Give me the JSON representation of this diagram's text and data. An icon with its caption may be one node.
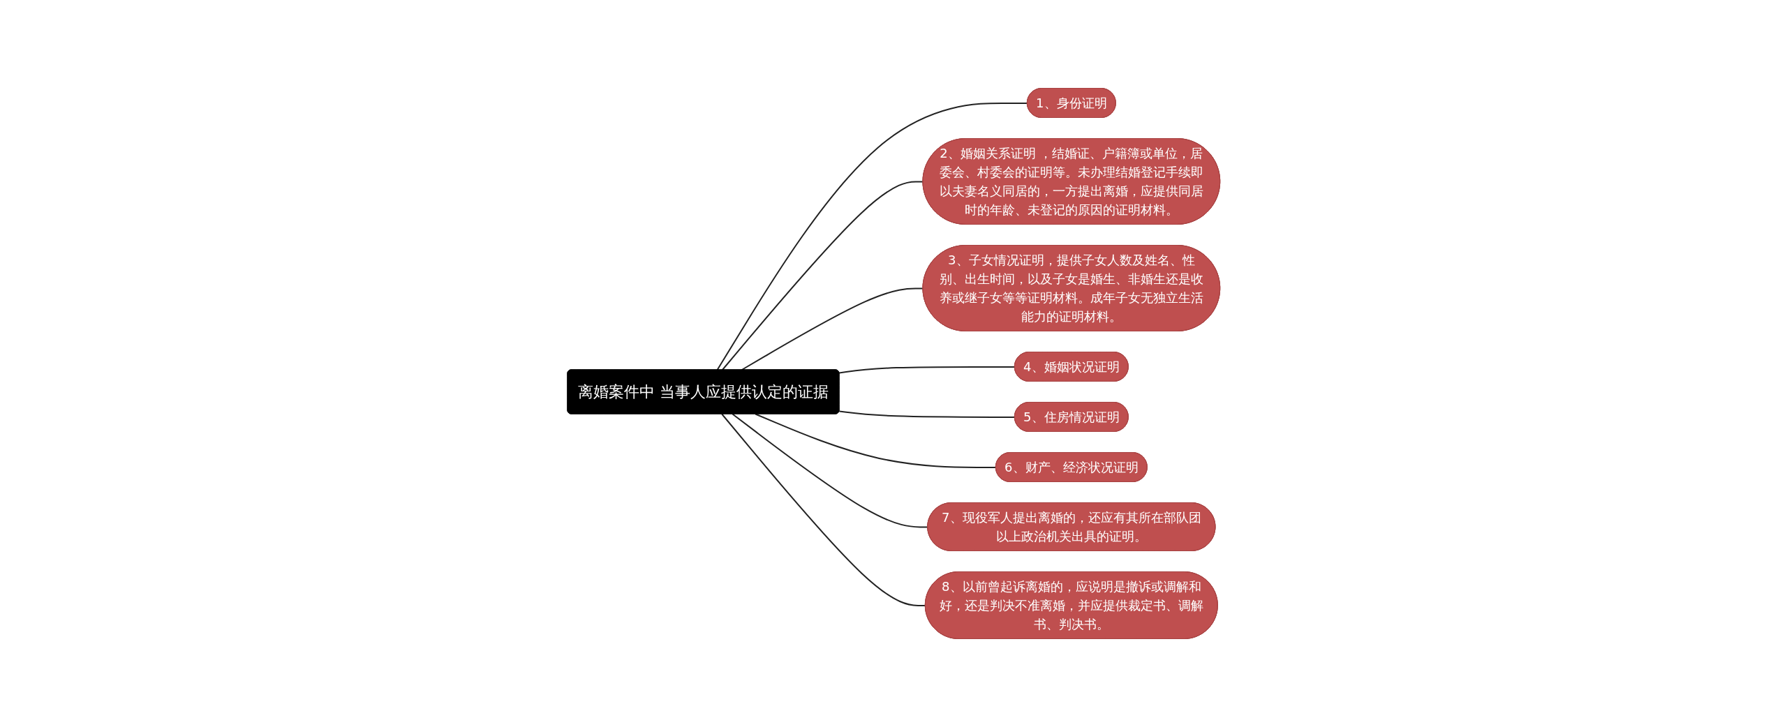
{
  "diagram": {
    "nodes": [
      {
        "text": [
          "离婚案件中 当事人应提供认定的证据"
        ]
      },
      {
        "text": [
          "1、身份证明"
        ]
      },
      {
        "text": [
          "2、婚姻关系证明 ，结婚证、户籍簿或单位，居委会、村委会的证明等。未办理结婚登记手续即以夫妻名义同居的，一方提出离婚，应提供同居时的年龄、未登记的原因的证明材料。"
        ]
      },
      {
        "text": [
          "3、子女情况证明，提供子女人数及姓名、性别、出生时间，以及子女是婚生、非婚生还是收养或继子女等等证明材料。成年子女无独立生活能力的证明材料。"
        ]
      },
      {
        "text": [
          "4、婚姻状况证明"
        ]
      },
      {
        "text": [
          "5、住房情况证明"
        ]
      },
      {
        "text": [
          "6、财产、经济状况证明"
        ]
      },
      {
        "text": [
          "7、现役军人提出离婚的，还应有其所在部队团以上政治机关出具的证明。"
        ]
      },
      {
        "text": [
          "8、以前曾起诉离婚的，应说明是撤诉或调解和好，还是判决不准离婚，并应提供裁定书、调解书、判决书。"
        ]
      }
    ],
    "edges": [
      {
        "from": 0,
        "to": 1,
        "arrow": "none"
      },
      {
        "from": 0,
        "to": 2,
        "arrow": "none"
      },
      {
        "from": 0,
        "to": 3,
        "arrow": "none"
      },
      {
        "from": 0,
        "to": 4,
        "arrow": "none"
      },
      {
        "from": 0,
        "to": 5,
        "arrow": "none"
      },
      {
        "from": 0,
        "to": 6,
        "arrow": "none"
      },
      {
        "from": 0,
        "to": 7,
        "arrow": "none"
      },
      {
        "from": 0,
        "to": 8,
        "arrow": "none"
      }
    ]
  }
}
